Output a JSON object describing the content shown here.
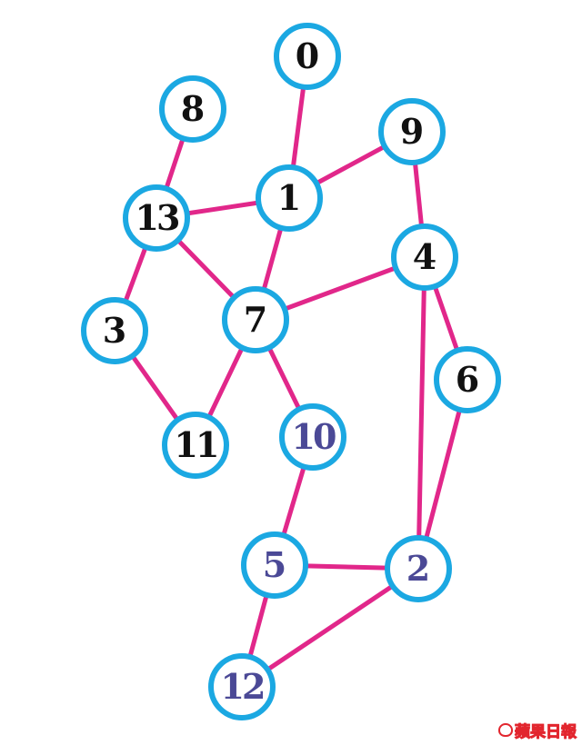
{
  "colors": {
    "node_ring": "#1ba8e2",
    "edge": "#e1278a",
    "label_dark": "#111111",
    "label_purple": "#4b4996",
    "logo": "#e2262e"
  },
  "nodes": [
    {
      "id": "0",
      "label": "0",
      "style": "dark"
    },
    {
      "id": "1",
      "label": "1",
      "style": "dark"
    },
    {
      "id": "2",
      "label": "2",
      "style": "purple"
    },
    {
      "id": "3",
      "label": "3",
      "style": "dark"
    },
    {
      "id": "4",
      "label": "4",
      "style": "dark"
    },
    {
      "id": "5",
      "label": "5",
      "style": "purple"
    },
    {
      "id": "6",
      "label": "6",
      "style": "dark"
    },
    {
      "id": "7",
      "label": "7",
      "style": "dark"
    },
    {
      "id": "8",
      "label": "8",
      "style": "dark"
    },
    {
      "id": "9",
      "label": "9",
      "style": "dark"
    },
    {
      "id": "10",
      "label": "10",
      "style": "purple"
    },
    {
      "id": "11",
      "label": "11",
      "style": "dark"
    },
    {
      "id": "12",
      "label": "12",
      "style": "purple"
    },
    {
      "id": "13",
      "label": "13",
      "style": "dark"
    }
  ],
  "edges": [
    [
      "0",
      "1"
    ],
    [
      "1",
      "9"
    ],
    [
      "1",
      "13"
    ],
    [
      "1",
      "7"
    ],
    [
      "8",
      "13"
    ],
    [
      "13",
      "3"
    ],
    [
      "13",
      "7"
    ],
    [
      "9",
      "4"
    ],
    [
      "4",
      "7"
    ],
    [
      "4",
      "6"
    ],
    [
      "4",
      "2"
    ],
    [
      "6",
      "2"
    ],
    [
      "3",
      "11"
    ],
    [
      "7",
      "11"
    ],
    [
      "7",
      "10"
    ],
    [
      "10",
      "5"
    ],
    [
      "5",
      "2"
    ],
    [
      "5",
      "12"
    ],
    [
      "12",
      "2"
    ]
  ],
  "logo_text": "蘋果日報"
}
